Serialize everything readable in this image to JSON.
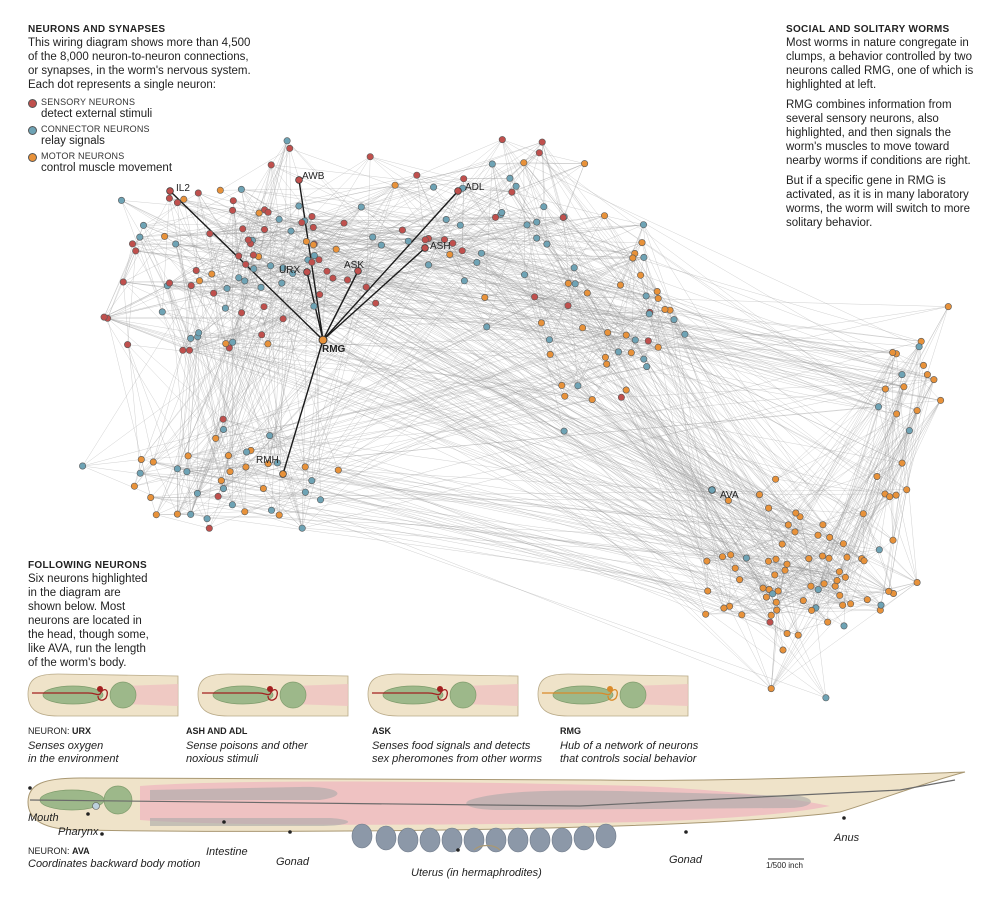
{
  "intro": {
    "heading": "NEURONS AND SYNAPSES",
    "lines": [
      "This wiring diagram shows more than 4,500",
      "of the 8,000 neuron-to-neuron connections,",
      "or synapses, in the worm's nervous system.",
      "Each dot represents a single neuron:"
    ]
  },
  "legend": [
    {
      "label": "SENSORY NEURONS",
      "desc": "detect external stimuli",
      "color": "#c0504d"
    },
    {
      "label": "CONNECTOR NEURONS",
      "desc": "relay signals",
      "color": "#6ea3b5"
    },
    {
      "label": "MOTOR NEURONS",
      "desc": "control muscle movement",
      "color": "#e8923a"
    }
  ],
  "social": {
    "heading": "SOCIAL AND SOLITARY WORMS",
    "paragraphs": [
      [
        "Most worms in nature congregate in",
        "clumps, a behavior controlled by two",
        "neurons called RMG, one of which is",
        "highlighted at left."
      ],
      [
        "RMG combines information from",
        "several sensory neurons, also",
        "highlighted, and then signals the",
        "worm's muscles to move toward",
        "nearby worms if conditions are right."
      ],
      [
        "But if a specific gene in RMG is",
        "activated, as it is in many laboratory",
        "worms, the worm will switch to more",
        "solitary behavior."
      ]
    ]
  },
  "following": {
    "heading": "FOLLOWING NEURONS",
    "lines": [
      "Six neurons highlighted",
      "in the diagram are",
      "shown below. Most",
      "neurons are located in",
      "the head, though some,",
      "like AVA, run the length",
      "of the worm's body."
    ]
  },
  "neuron_labels": {
    "il2": "IL2",
    "awb": "AWB",
    "adl": "ADL",
    "ash": "ASH",
    "ask": "ASK",
    "urx": "URX",
    "rmg": "RMG",
    "rmh": "RMH",
    "ava": "AVA"
  },
  "captions": [
    {
      "prefix": "NEURON: ",
      "name": "URX",
      "desc": [
        "Senses oxygen",
        "in the environment"
      ]
    },
    {
      "prefix": "",
      "name": "ASH and ADL",
      "desc": [
        "Sense poisons and other",
        "noxious stimuli"
      ]
    },
    {
      "prefix": "",
      "name": "ASK",
      "desc": [
        "Senses food signals and detects",
        "sex pheromones from other worms"
      ]
    },
    {
      "prefix": "",
      "name": "RMG",
      "desc": [
        "Hub of a network of neurons",
        "that controls social behavior"
      ]
    }
  ],
  "worm": {
    "mouth": "Mouth",
    "pharynx": "Pharynx",
    "neuron_prefix": "NEURON: ",
    "neuron_name": "AVA",
    "neuron_desc": "Coordinates backward body motion",
    "intestine": "Intestine",
    "gonad_left": "Gonad",
    "uterus": "Uterus (in hermaphrodites)",
    "gonad_right": "Gonad",
    "anus": "Anus",
    "scale": "1/500 inch"
  },
  "colors": {
    "sensory": "#c0504d",
    "connector": "#6ea3b5",
    "motor": "#e8923a",
    "body": "#efe3c9",
    "pharynx": "#9db88a",
    "gut": "#efc2c2"
  }
}
